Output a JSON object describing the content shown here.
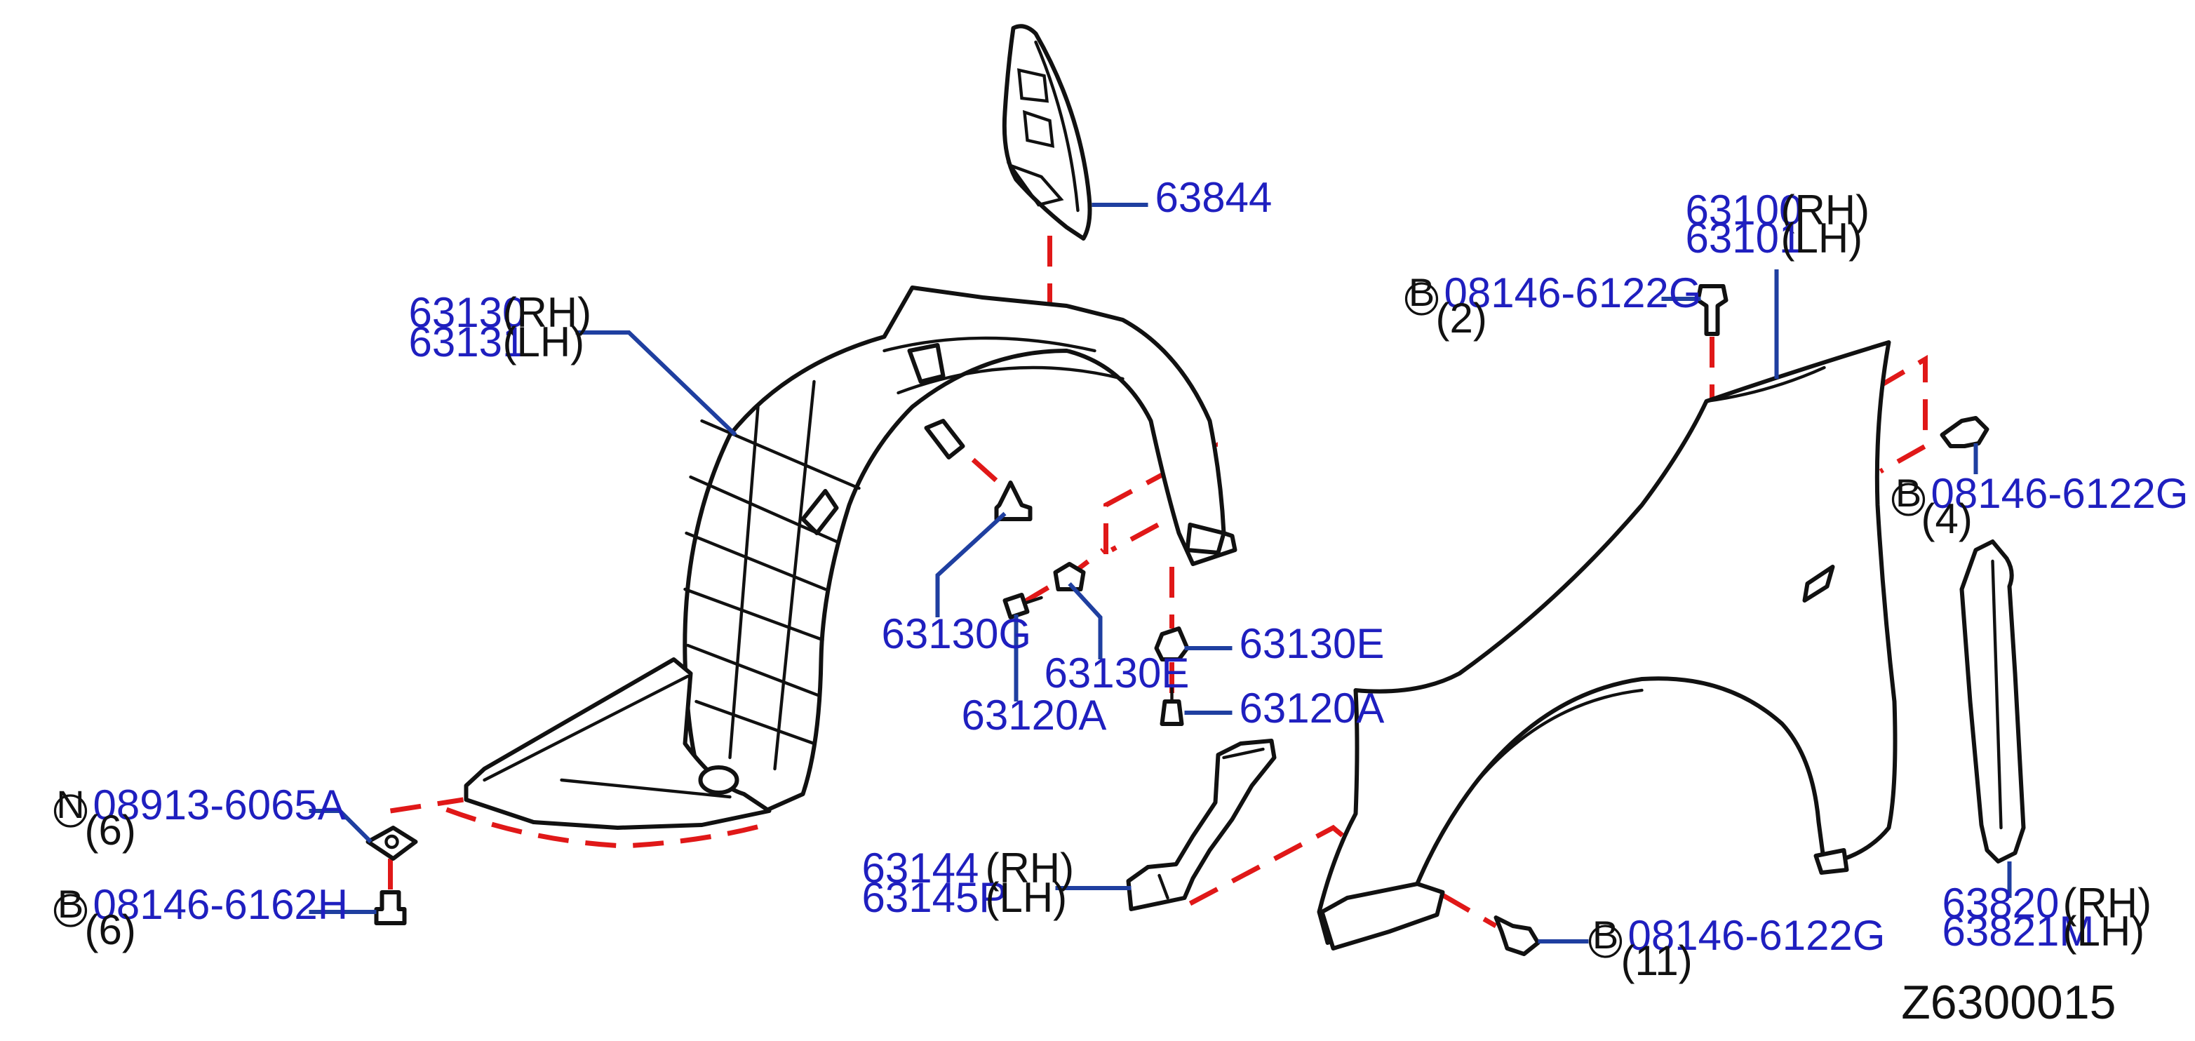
{
  "colors": {
    "part_number": "#1f1fbf",
    "leader": "#1f3fa0",
    "dashed_guide": "#e01818",
    "outline": "#111111"
  },
  "diagram_ref": "Z6300015",
  "parts": {
    "p63844": {
      "number": "63844"
    },
    "p63130": {
      "number": "63130",
      "side": "(RH)"
    },
    "p63131": {
      "number": "63131",
      "side": "(LH)"
    },
    "p63130g": {
      "number": "63130G"
    },
    "p63130e_a": {
      "number": "63130E"
    },
    "p63120a_a": {
      "number": "63120A"
    },
    "p63130e_b": {
      "number": "63130E"
    },
    "p63120a_b": {
      "number": "63120A"
    },
    "p08913": {
      "prefix": "N",
      "number": "08913-6065A",
      "qty": "(6)"
    },
    "p08146h": {
      "prefix": "B",
      "number": "08146-6162H",
      "qty": "(6)"
    },
    "p63144": {
      "number": "63144",
      "side": "(RH)"
    },
    "p63145": {
      "number": "63145P",
      "side": "(LH)"
    },
    "p63100": {
      "number": "63100",
      "side": "(RH)"
    },
    "p63101": {
      "number": "63101",
      "side": "(LH)"
    },
    "p08146g_2": {
      "prefix": "B",
      "number": "08146-6122G",
      "qty": "(2)"
    },
    "p08146g_4": {
      "prefix": "B",
      "number": "08146-6122G",
      "qty": "(4)"
    },
    "p08146g_11": {
      "prefix": "B",
      "number": "08146-6122G",
      "qty": "(11)"
    },
    "p63820": {
      "number": "63820",
      "side": "(RH)"
    },
    "p63821": {
      "number": "63821M",
      "side": "(LH)"
    }
  }
}
